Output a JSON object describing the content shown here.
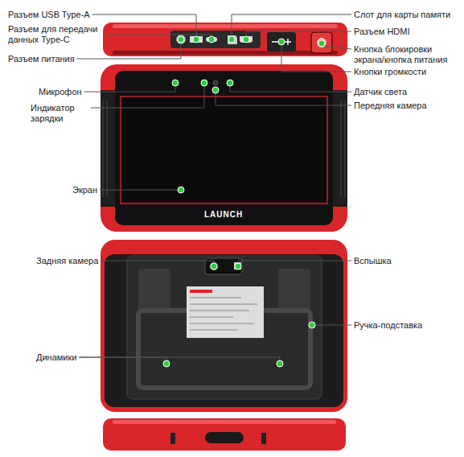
{
  "diagram": {
    "labels": [
      "Разъем USB Type-A",
      "Слот для карты памяти",
      "Разъем для передачи данных Type-C",
      "Разъем HDMI",
      "Разъем питания",
      "Кнопка блокировки экрана/кнопка питания",
      "Кнопки громкости",
      "Микрофон",
      "Датчик света",
      "Индикатор зарядки",
      "Передняя камера",
      "Экран",
      "LAUNCH",
      "Задняя камера",
      "Вспышка",
      "Ручка-подставка",
      "Динамики"
    ]
  }
}
